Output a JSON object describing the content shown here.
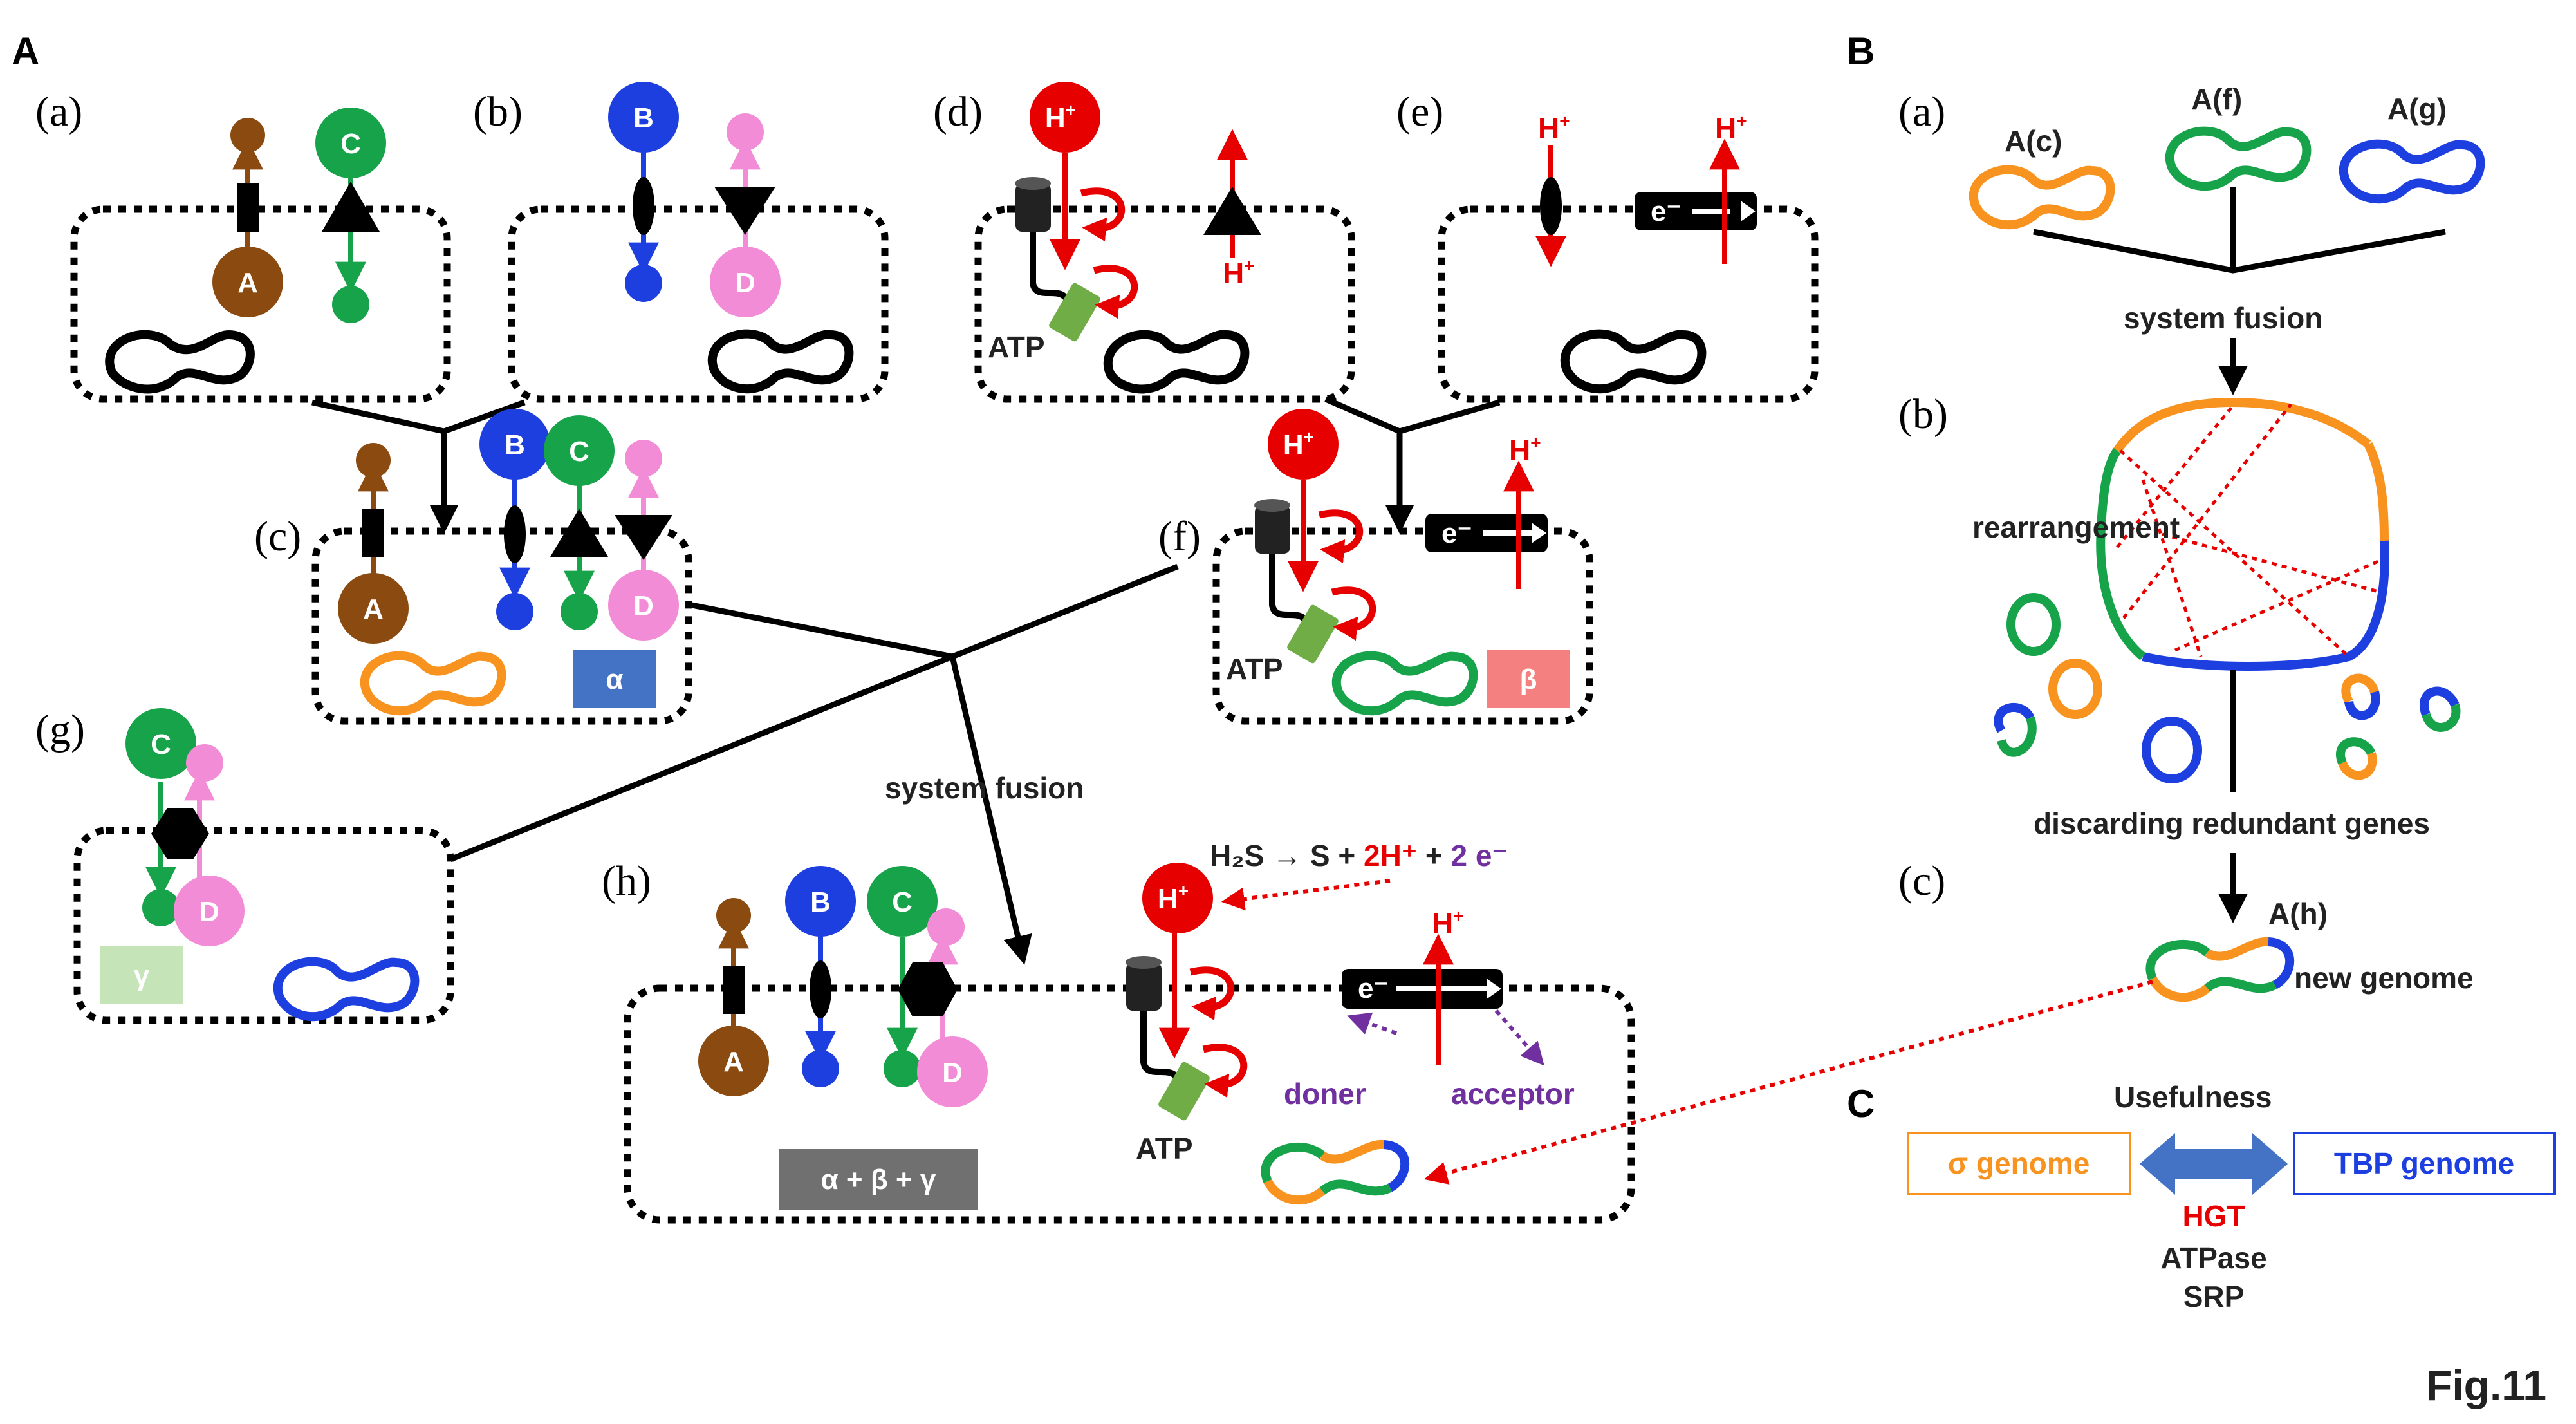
{
  "panels": {
    "A": "A",
    "B": "B",
    "C": "C"
  },
  "sub": {
    "a": "(a)",
    "b": "(b)",
    "c": "(c)",
    "d": "(d)",
    "e": "(e)",
    "f": "(f)",
    "g": "(g)",
    "h": "(h)",
    "Ba": "(a)",
    "Bb": "(b)",
    "Bc": "(c)"
  },
  "molecules": {
    "A": "A",
    "B": "B",
    "C": "C",
    "D": "D"
  },
  "proton": {
    "base": "H",
    "charge": "+"
  },
  "electron": "e⁻",
  "atp": "ATP",
  "tags": {
    "alpha": "α",
    "beta": "β",
    "gamma": "γ",
    "combined": "α + β + γ"
  },
  "system_fusion": "system fusion",
  "reaction": {
    "lhs": "H₂S → S + ",
    "protons": "2H⁺",
    "plus": " + ",
    "electrons": "2 e⁻"
  },
  "doner": "doner",
  "acceptor": "acceptor",
  "panelB": {
    "Ac": "A(c)",
    "Af": "A(f)",
    "Ag": "A(g)",
    "system_fusion": "system fusion",
    "rearrangement": "rearrangement",
    "discarding": "discarding redundant genes",
    "Ah": "A(h)",
    "new_genome": "new genome"
  },
  "panelC": {
    "usefulness": "Usefulness",
    "sigma_genome": "σ genome",
    "tbp_genome": "TBP genome",
    "hgt": "HGT",
    "atpase": "ATPase",
    "srp": "SRP"
  },
  "figure_label": "Fig.11",
  "colors": {
    "brown": "#8B4A0F",
    "green": "#16A34A",
    "blue": "#1E3FE0",
    "pink": "#F28CD6",
    "red": "#E60000",
    "orange": "#F7931E",
    "alpha_tag": "#4472C4",
    "beta_tag": "#F4817F",
    "gamma_tag": "#C5E5B9",
    "combined_tag": "#707070",
    "atp_green": "#70AD47",
    "purple": "#7030A0"
  }
}
